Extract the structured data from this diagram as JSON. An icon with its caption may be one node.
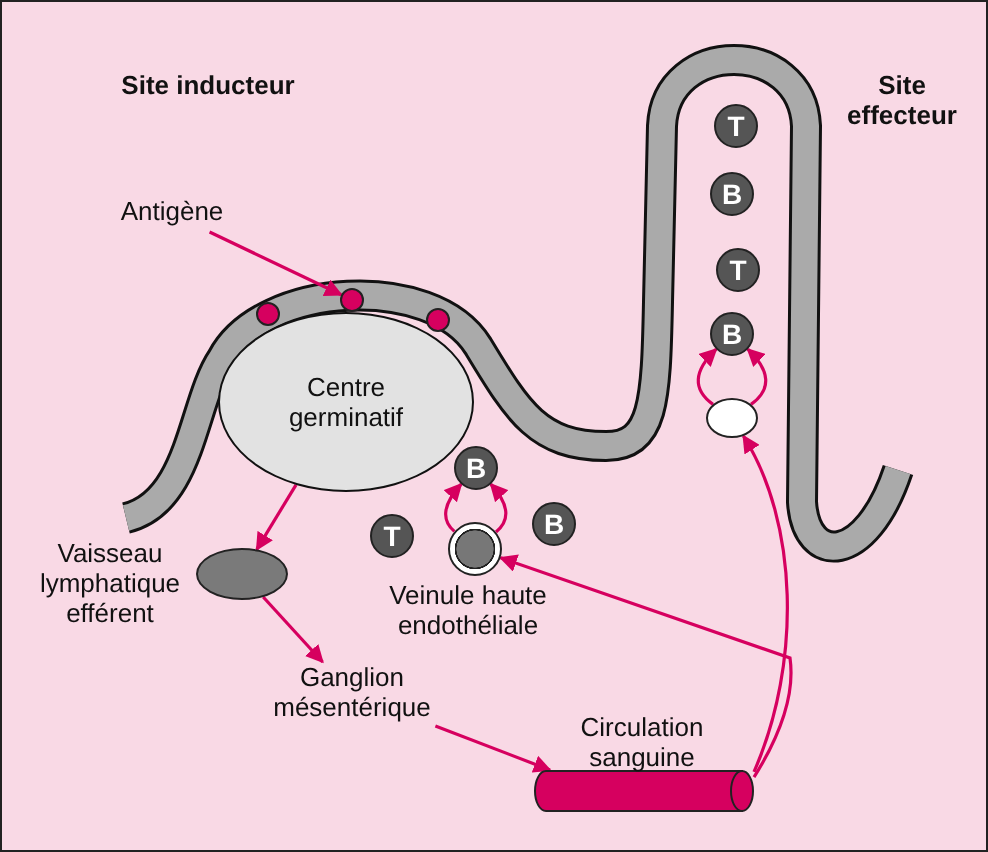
{
  "diagram": {
    "nodes": [
      {
        "text": [
          "Antigène"
        ]
      },
      {
        "text": [],
        "shape": "circle"
      },
      {
        "text": [],
        "shape": "circle"
      },
      {
        "text": [],
        "shape": "circle"
      },
      {
        "text": [
          "Centre germinatif"
        ]
      },
      {
        "text": [
          "T"
        ]
      },
      {
        "text": [
          "B"
        ]
      },
      {
        "text": [
          "T"
        ]
      },
      {
        "text": [
          "B"
        ]
      },
      {
        "text": [],
        "shape": "circle"
      },
      {
        "text": [
          "B"
        ]
      },
      {
        "text": [
          "T"
        ]
      },
      {
        "text": [
          "B"
        ]
      },
      {
        "text": [],
        "shape": "circle",
        "beside": [
          "Veinule haute endothéliale"
        ]
      },
      {
        "text": [],
        "shape": "circle",
        "beside": [
          "Vaisseau lymphatique efférent"
        ]
      },
      {
        "text": [
          "Ganglion mésentérique"
        ]
      },
      {
        "text": [],
        "shape": "cylinder",
        "beside": [
          "Circulation sanguine"
        ]
      }
    ],
    "edges": [
      {
        "from": 0,
        "to": 2,
        "arrow": "to"
      },
      {
        "from": 4,
        "to": 14,
        "arrow": "to"
      },
      {
        "from": 14,
        "to": 15,
        "arrow": "to"
      },
      {
        "from": 15,
        "to": 16,
        "arrow": "to"
      },
      {
        "from": 16,
        "to": 9,
        "arrow": "to"
      },
      {
        "from": 16,
        "to": 13,
        "arrow": "to"
      },
      {
        "from": 13,
        "to": 10,
        "arrow": "to"
      },
      {
        "from": 13,
        "to": 10,
        "arrow": "to"
      },
      {
        "from": 9,
        "to": 8,
        "arrow": "to"
      },
      {
        "from": 9,
        "to": 8,
        "arrow": "to"
      }
    ],
    "labels": [
      "Site inducteur",
      "Site effecteur"
    ]
  }
}
